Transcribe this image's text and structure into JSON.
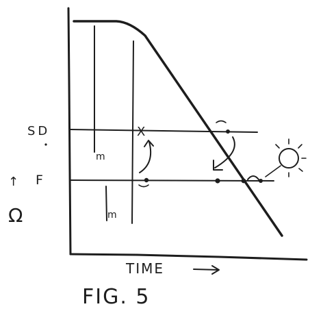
{
  "figure": {
    "caption": "FIG. 5",
    "time_label": "TIME",
    "level_labels": {
      "upper": "SD",
      "lower": "F",
      "bottom": "Ω"
    },
    "lower_label_arrow": "↑",
    "pulse_mark": "m",
    "cross_mark": "X",
    "sun_icon": "sun-icon"
  }
}
